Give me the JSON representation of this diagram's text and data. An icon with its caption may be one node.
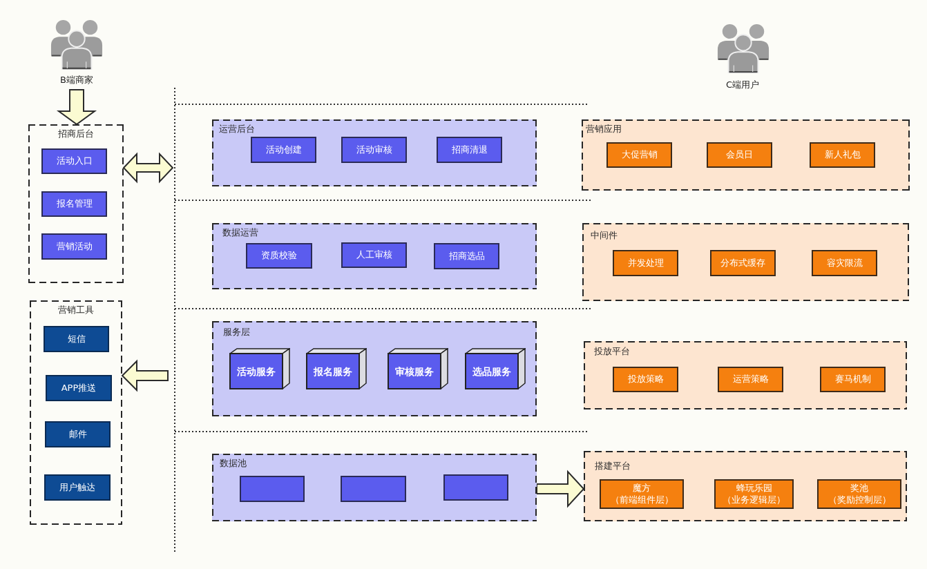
{
  "diagram": {
    "nodes": [
      {
        "text": [
          "B端商家"
        ]
      },
      {
        "text": [
          "招商后台"
        ]
      },
      {
        "text": [
          "活动入口"
        ],
        "in": 1
      },
      {
        "text": [
          "报名管理"
        ],
        "in": 1
      },
      {
        "text": [
          "营销活动"
        ],
        "in": 1
      },
      {
        "text": [
          "营销工具"
        ]
      },
      {
        "text": [
          "短信"
        ],
        "in": 5
      },
      {
        "text": [
          "APP推送"
        ],
        "in": 5
      },
      {
        "text": [
          "邮件"
        ],
        "in": 5
      },
      {
        "text": [
          "用户触达"
        ],
        "in": 5
      },
      {
        "text": [
          "运营后台"
        ]
      },
      {
        "text": [
          "活动创建"
        ],
        "in": 10
      },
      {
        "text": [
          "活动审核"
        ],
        "in": 10
      },
      {
        "text": [
          "招商清退"
        ],
        "in": 10
      },
      {
        "text": [
          "数据运营"
        ]
      },
      {
        "text": [
          "资质校验"
        ],
        "in": 14
      },
      {
        "text": [
          "人工审核"
        ],
        "in": 14
      },
      {
        "text": [
          "招商选品"
        ],
        "in": 14
      },
      {
        "text": [
          "服务层"
        ]
      },
      {
        "text": [
          "活动服务"
        ],
        "in": 18
      },
      {
        "text": [
          "报名服务"
        ],
        "in": 18
      },
      {
        "text": [
          "审核服务"
        ],
        "in": 18
      },
      {
        "text": [
          "选品服务"
        ],
        "in": 18
      },
      {
        "text": [
          "数据池"
        ]
      },
      {
        "text": [],
        "shape": "box",
        "in": 23
      },
      {
        "text": [],
        "shape": "box",
        "in": 23
      },
      {
        "text": [],
        "shape": "box",
        "in": 23
      },
      {
        "text": [
          "营销应用"
        ]
      },
      {
        "text": [
          "大促营销"
        ],
        "in": 27
      },
      {
        "text": [
          "会员日"
        ],
        "in": 27
      },
      {
        "text": [
          "新人礼包"
        ],
        "in": 27
      },
      {
        "text": [
          "中间件"
        ]
      },
      {
        "text": [
          "并发处理"
        ],
        "in": 31
      },
      {
        "text": [
          "分布式缓存"
        ],
        "in": 31
      },
      {
        "text": [
          "容灾限流"
        ],
        "in": 31
      },
      {
        "text": [
          "投放平台"
        ]
      },
      {
        "text": [
          "投放策略"
        ],
        "in": 35
      },
      {
        "text": [
          "运营策略"
        ],
        "in": 35
      },
      {
        "text": [
          "赛马机制"
        ],
        "in": 35
      },
      {
        "text": [
          "搭建平台"
        ]
      },
      {
        "text": [
          "魔方",
          "（前端组件层）"
        ],
        "in": 39
      },
      {
        "text": [
          "蜂玩乐园",
          "（业务逻辑层）"
        ],
        "in": 39
      },
      {
        "text": [
          "奖池",
          "（奖励控制层）"
        ],
        "in": 39
      }
    ],
    "edges": [
      {
        "from": 0,
        "to": 1,
        "arrow": "to"
      },
      {
        "from": 1,
        "to": null,
        "arrow": "both"
      },
      {
        "from": null,
        "to": 5,
        "arrow": "to"
      },
      {
        "from": 23,
        "to": 39,
        "arrow": "to"
      }
    ],
    "labels": [
      "C端用户"
    ]
  }
}
